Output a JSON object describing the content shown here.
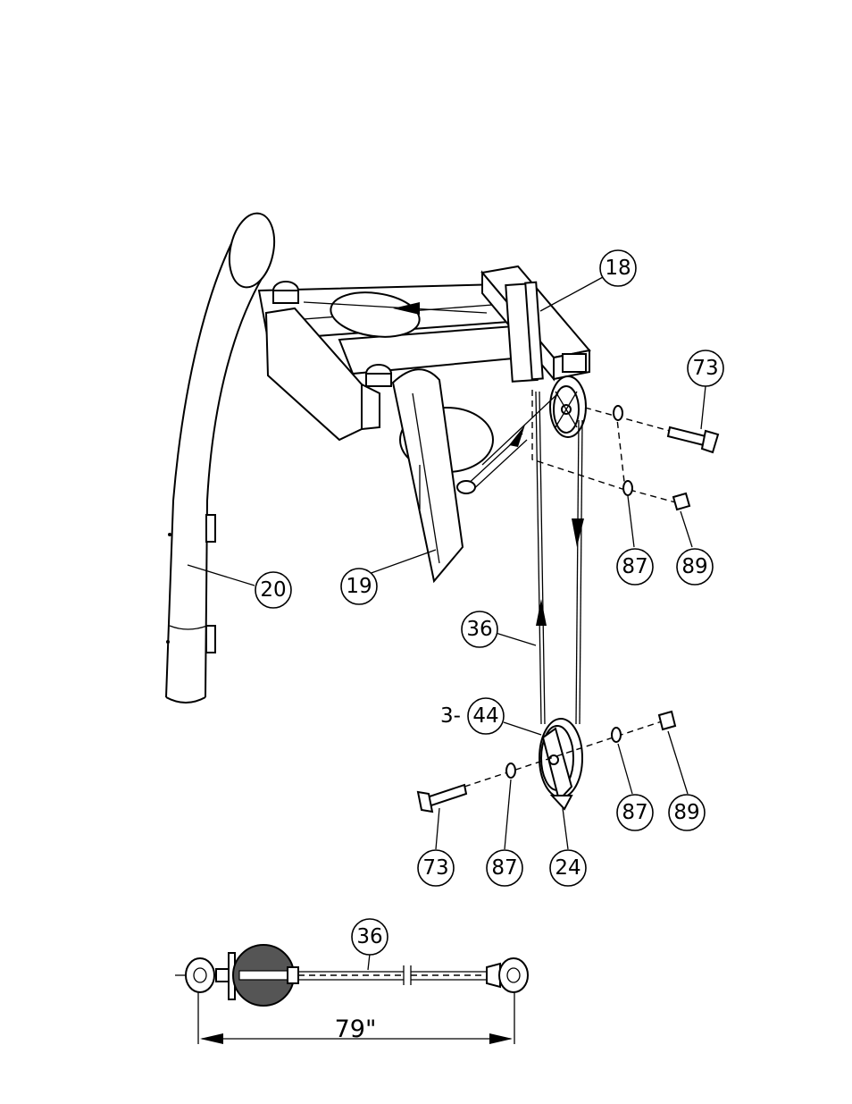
{
  "diagram": {
    "callouts": {
      "c18": "18",
      "c73_top": "73",
      "c87_top": "87",
      "c89_top": "89",
      "c19": "19",
      "c20": "20",
      "c36_cable": "36",
      "c44": "44",
      "c44_prefix": "3-",
      "c87_bottom_right": "87",
      "c89_bottom": "89",
      "c73_bottom": "73",
      "c87_bottom": "87",
      "c24": "24",
      "c36_detail": "36"
    },
    "dimension": "79\""
  }
}
